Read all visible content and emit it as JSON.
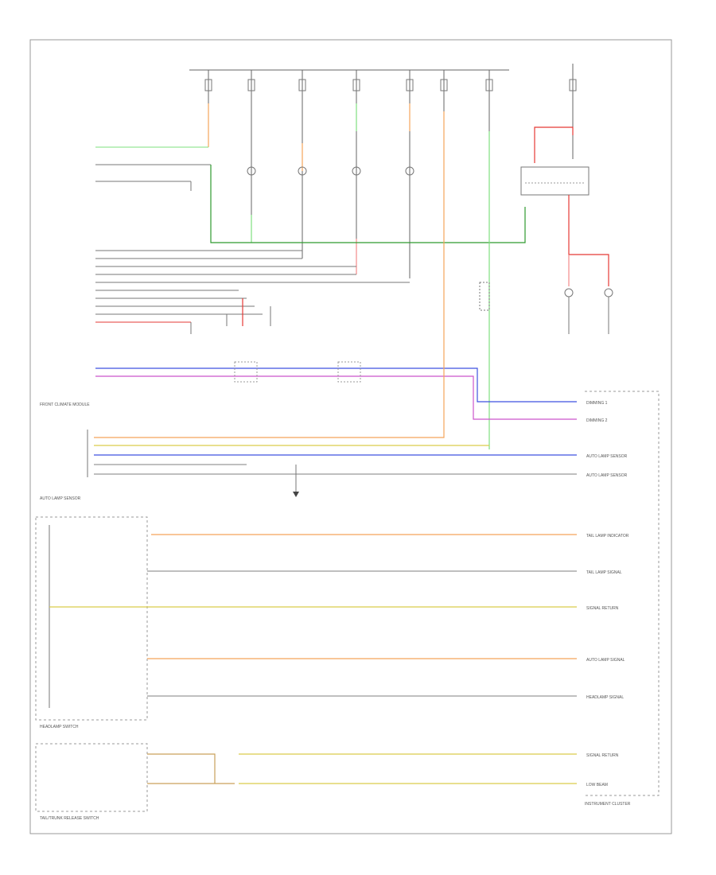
{
  "sections": {
    "front_climate_module": "FRONT CLIMATE MODULE",
    "auto_lamp_sensor": "AUTO LAMP SENSOR",
    "headlamp_switch": "HEADLAMP SWITCH",
    "instrument_cluster": "INSTRUMENT CLUSTER",
    "tail_trunk_switch": "TAIL/TRUNK RELEASE SWITCH"
  },
  "cluster_labels": {
    "dimming_1": "DIMMING 1",
    "dimming_2": "DIMMING 2",
    "auto_lamp_sensor_a": "AUTO LAMP SENSOR",
    "auto_lamp_sensor_b": "AUTO LAMP SENSOR",
    "tail_lamp_indicator": "TAIL LAMP INDICATOR",
    "tail_lamp_signal": "TAIL LAMP SIGNAL",
    "signal_return": "SIGNAL RETURN",
    "auto_lamp_signal": "AUTO LAMP SIGNAL",
    "headlamp_signal": "HEADLAMP SIGNAL",
    "signal_return_2": "SIGNAL RETURN",
    "low_beam": "LOW BEAM"
  },
  "colors": {
    "orange": "#f5a55a",
    "green": "#2e9a2e",
    "light_green": "#7ee07e",
    "red": "#e53935",
    "pink": "#f28a8a",
    "blue": "#3f51e0",
    "purple": "#cc55cc",
    "yellow": "#d9cc4a",
    "tan": "#c9a15a",
    "gray": "#777777"
  }
}
